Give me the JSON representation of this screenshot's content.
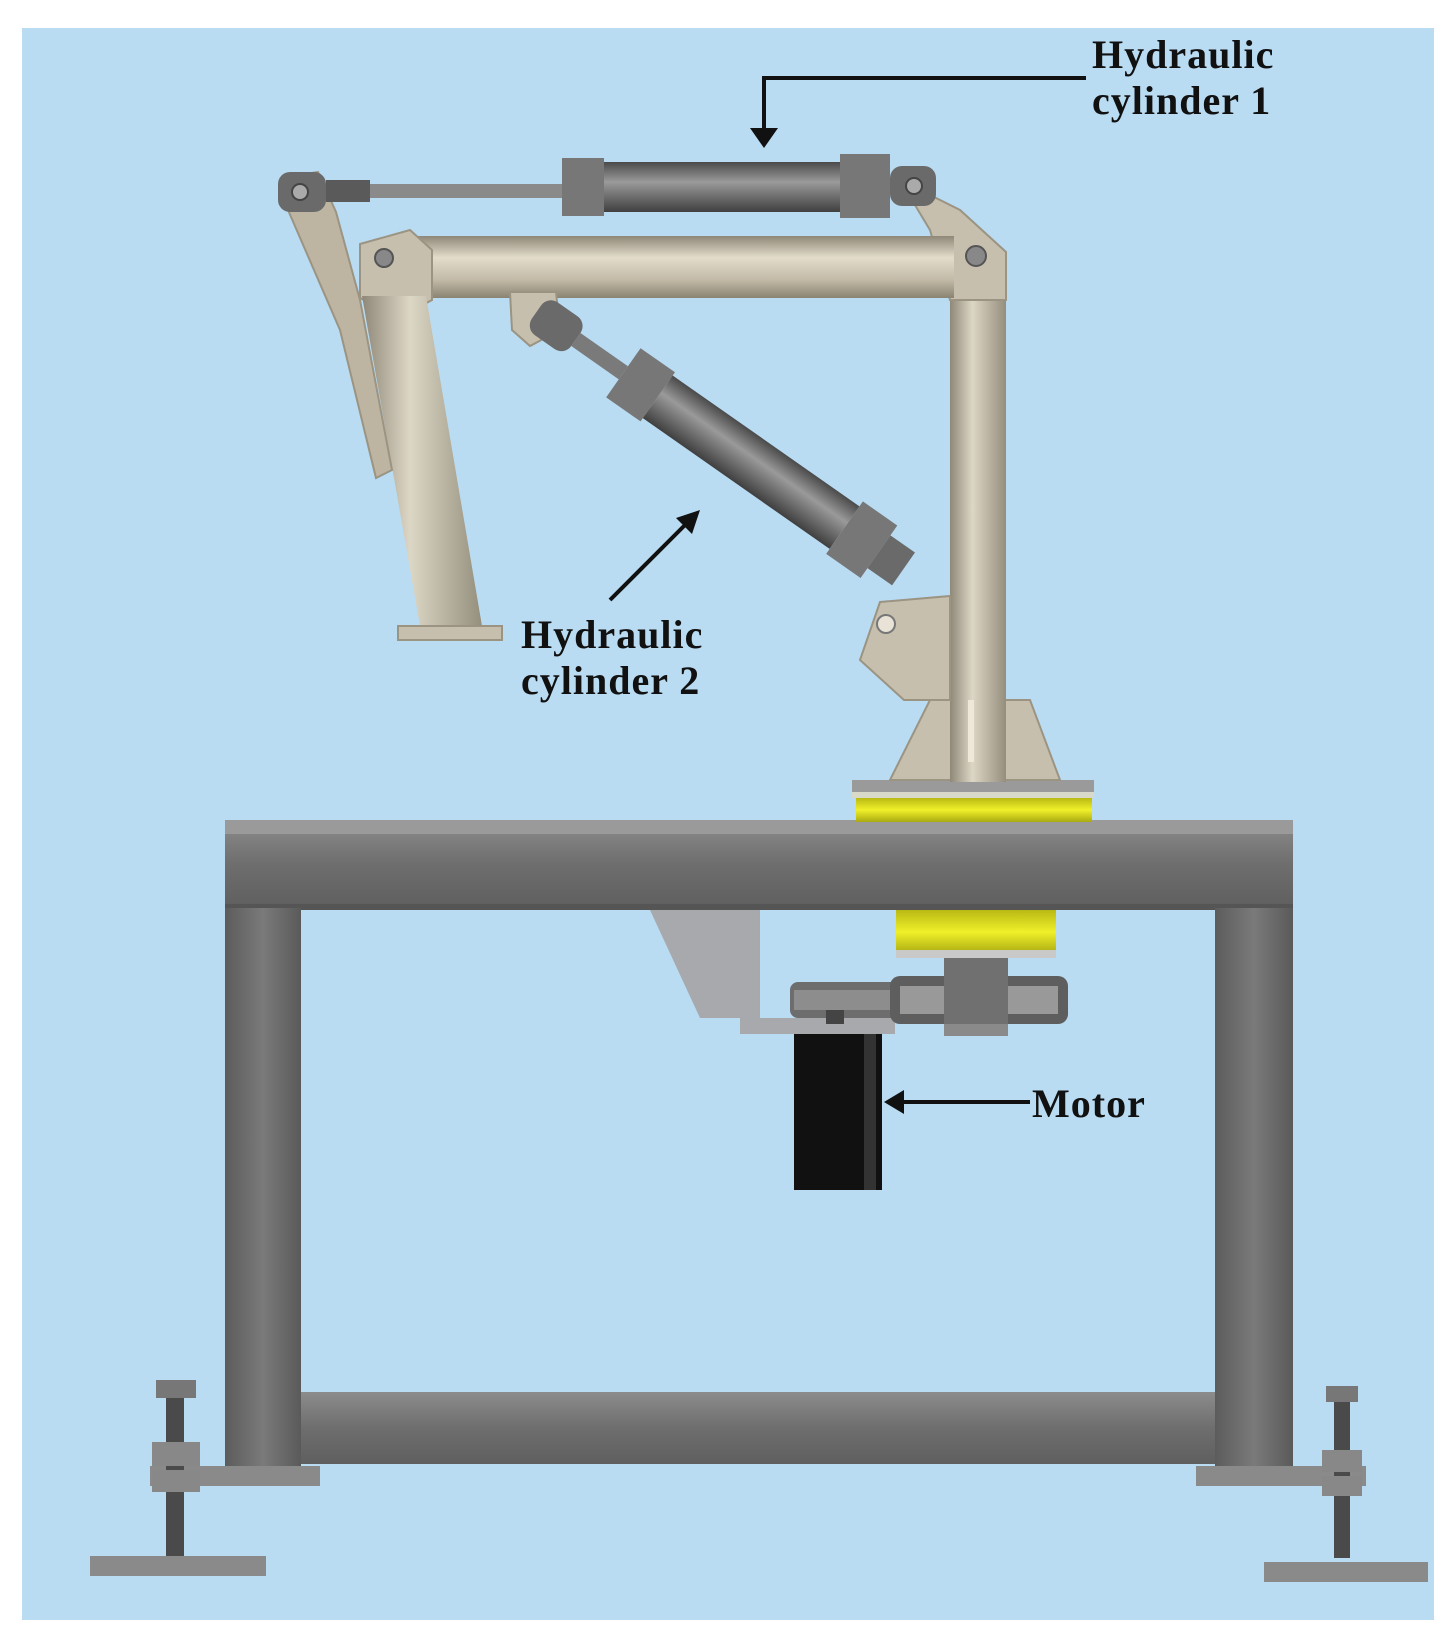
{
  "colors": {
    "background": "#b9dcf3",
    "frame": "#6b6b6b",
    "frame_light": "#8a8a8a",
    "arm": "#c7bfae",
    "arm_dark": "#a79f8c",
    "cylinder": "#6e6e6e",
    "bearing": "#e6e619",
    "motor": "#111111"
  },
  "labels": {
    "cylinder1": {
      "line1": "Hydraulic",
      "line2": "cylinder 1"
    },
    "cylinder2": {
      "line1": "Hydraulic",
      "line2": "cylinder 2"
    },
    "motor": "Motor"
  },
  "icons": {
    "arrow": "arrow-pointer"
  }
}
